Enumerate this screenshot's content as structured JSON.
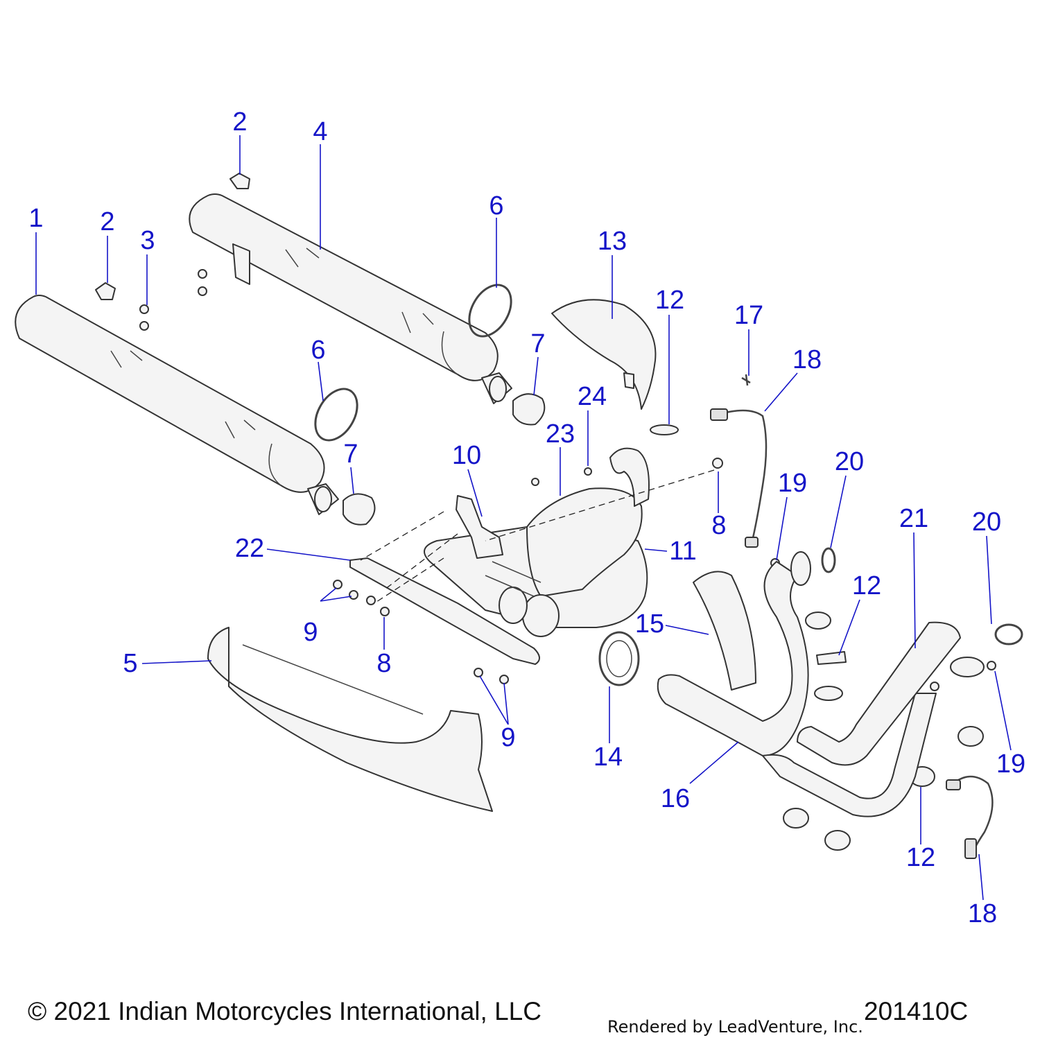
{
  "callouts": [
    {
      "id": "c1",
      "label": "1"
    },
    {
      "id": "c2a",
      "label": "2"
    },
    {
      "id": "c2b",
      "label": "2"
    },
    {
      "id": "c3",
      "label": "3"
    },
    {
      "id": "c4",
      "label": "4"
    },
    {
      "id": "c5",
      "label": "5"
    },
    {
      "id": "c6a",
      "label": "6"
    },
    {
      "id": "c6b",
      "label": "6"
    },
    {
      "id": "c7a",
      "label": "7"
    },
    {
      "id": "c7b",
      "label": "7"
    },
    {
      "id": "c8a",
      "label": "8"
    },
    {
      "id": "c8b",
      "label": "8"
    },
    {
      "id": "c9a",
      "label": "9"
    },
    {
      "id": "c9b",
      "label": "9"
    },
    {
      "id": "c10",
      "label": "10"
    },
    {
      "id": "c11",
      "label": "11"
    },
    {
      "id": "c12a",
      "label": "12"
    },
    {
      "id": "c12b",
      "label": "12"
    },
    {
      "id": "c12c",
      "label": "12"
    },
    {
      "id": "c13",
      "label": "13"
    },
    {
      "id": "c14",
      "label": "14"
    },
    {
      "id": "c15",
      "label": "15"
    },
    {
      "id": "c16",
      "label": "16"
    },
    {
      "id": "c17",
      "label": "17"
    },
    {
      "id": "c18a",
      "label": "18"
    },
    {
      "id": "c18b",
      "label": "18"
    },
    {
      "id": "c19a",
      "label": "19"
    },
    {
      "id": "c19b",
      "label": "19"
    },
    {
      "id": "c20a",
      "label": "20"
    },
    {
      "id": "c20b",
      "label": "20"
    },
    {
      "id": "c21",
      "label": "21"
    },
    {
      "id": "c22",
      "label": "22"
    },
    {
      "id": "c23",
      "label": "23"
    },
    {
      "id": "c24",
      "label": "24"
    }
  ],
  "footer": {
    "copyright": "© 2021 Indian Motorcycles International, LLC",
    "rendered_by": "Rendered by LeadVenture, Inc.",
    "drawing_number": "201410C"
  },
  "colors": {
    "callout": "#1414c8",
    "line_art": "#333333",
    "part_fill": "#f4f4f4"
  }
}
